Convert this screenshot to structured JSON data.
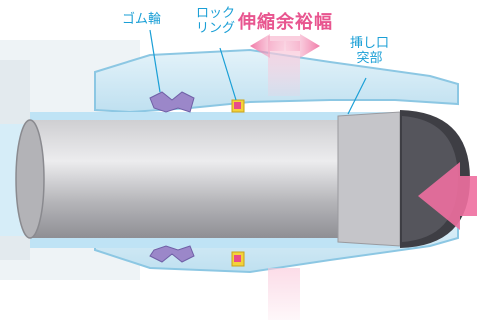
{
  "labels": {
    "rubber_ring": "ゴム輪",
    "lock_ring_line1": "ロック",
    "lock_ring_line2": "リング",
    "expansion_allowance": "伸縮余裕幅",
    "spigot_line1": "挿し口",
    "spigot_line2": "突部"
  },
  "colors": {
    "label_blue": "#1a9fd6",
    "label_pink": "#e8558f",
    "rubber_ring": "#9b87c9",
    "lock_ring": "#f4d23a",
    "lock_ring_pink": "#e84b8a",
    "pipe_gray": "#a9a9ad",
    "socket_light_blue": "#cfe9f5",
    "water_blue": "#bfe3f5"
  }
}
